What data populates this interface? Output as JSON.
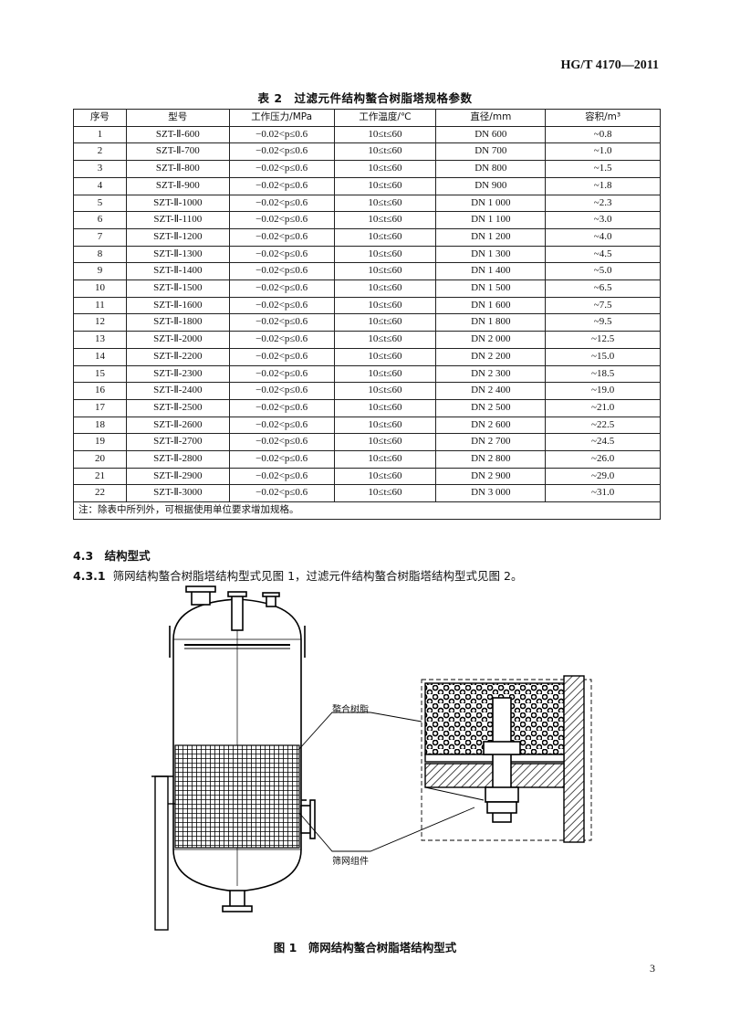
{
  "header": {
    "standard_code": "HG/T 4170—2011"
  },
  "table": {
    "title": "表 2　过滤元件结构螯合树脂塔规格参数",
    "columns": [
      "序号",
      "型号",
      "工作压力/MPa",
      "工作温度/℃",
      "直径/mm",
      "容积/m³"
    ],
    "rows": [
      [
        "1",
        "SZT-Ⅱ-600",
        "−0.02<p≤0.6",
        "10≤t≤60",
        "DN 600",
        "~0.8"
      ],
      [
        "2",
        "SZT-Ⅱ-700",
        "−0.02<p≤0.6",
        "10≤t≤60",
        "DN 700",
        "~1.0"
      ],
      [
        "3",
        "SZT-Ⅱ-800",
        "−0.02<p≤0.6",
        "10≤t≤60",
        "DN 800",
        "~1.5"
      ],
      [
        "4",
        "SZT-Ⅱ-900",
        "−0.02<p≤0.6",
        "10≤t≤60",
        "DN 900",
        "~1.8"
      ],
      [
        "5",
        "SZT-Ⅱ-1000",
        "−0.02<p≤0.6",
        "10≤t≤60",
        "DN 1 000",
        "~2.3"
      ],
      [
        "6",
        "SZT-Ⅱ-1100",
        "−0.02<p≤0.6",
        "10≤t≤60",
        "DN 1 100",
        "~3.0"
      ],
      [
        "7",
        "SZT-Ⅱ-1200",
        "−0.02<p≤0.6",
        "10≤t≤60",
        "DN 1 200",
        "~4.0"
      ],
      [
        "8",
        "SZT-Ⅱ-1300",
        "−0.02<p≤0.6",
        "10≤t≤60",
        "DN 1 300",
        "~4.5"
      ],
      [
        "9",
        "SZT-Ⅱ-1400",
        "−0.02<p≤0.6",
        "10≤t≤60",
        "DN 1 400",
        "~5.0"
      ],
      [
        "10",
        "SZT-Ⅱ-1500",
        "−0.02<p≤0.6",
        "10≤t≤60",
        "DN 1 500",
        "~6.5"
      ],
      [
        "11",
        "SZT-Ⅱ-1600",
        "−0.02<p≤0.6",
        "10≤t≤60",
        "DN 1 600",
        "~7.5"
      ],
      [
        "12",
        "SZT-Ⅱ-1800",
        "−0.02<p≤0.6",
        "10≤t≤60",
        "DN 1 800",
        "~9.5"
      ],
      [
        "13",
        "SZT-Ⅱ-2000",
        "−0.02<p≤0.6",
        "10≤t≤60",
        "DN 2 000",
        "~12.5"
      ],
      [
        "14",
        "SZT-Ⅱ-2200",
        "−0.02<p≤0.6",
        "10≤t≤60",
        "DN 2 200",
        "~15.0"
      ],
      [
        "15",
        "SZT-Ⅱ-2300",
        "−0.02<p≤0.6",
        "10≤t≤60",
        "DN 2 300",
        "~18.5"
      ],
      [
        "16",
        "SZT-Ⅱ-2400",
        "−0.02<p≤0.6",
        "10≤t≤60",
        "DN 2 400",
        "~19.0"
      ],
      [
        "17",
        "SZT-Ⅱ-2500",
        "−0.02<p≤0.6",
        "10≤t≤60",
        "DN 2 500",
        "~21.0"
      ],
      [
        "18",
        "SZT-Ⅱ-2600",
        "−0.02<p≤0.6",
        "10≤t≤60",
        "DN 2 600",
        "~22.5"
      ],
      [
        "19",
        "SZT-Ⅱ-2700",
        "−0.02<p≤0.6",
        "10≤t≤60",
        "DN 2 700",
        "~24.5"
      ],
      [
        "20",
        "SZT-Ⅱ-2800",
        "−0.02<p≤0.6",
        "10≤t≤60",
        "DN 2 800",
        "~26.0"
      ],
      [
        "21",
        "SZT-Ⅱ-2900",
        "−0.02<p≤0.6",
        "10≤t≤60",
        "DN 2 900",
        "~29.0"
      ],
      [
        "22",
        "SZT-Ⅱ-3000",
        "−0.02<p≤0.6",
        "10≤t≤60",
        "DN 3 000",
        "~31.0"
      ]
    ],
    "note": "注：除表中所列外，可根据使用单位要求增加规格。"
  },
  "section": {
    "heading": "4.3　结构型式",
    "clause_number": "4.3.1",
    "clause_text": "筛网结构螯合树脂塔结构型式见图 1，过滤元件结构螯合树脂塔结构型式见图 2。"
  },
  "figure": {
    "label_resin": "螯合树脂",
    "label_screen": "筛网组件",
    "caption": "图 1　筛网结构螯合树脂塔结构型式"
  },
  "footer": {
    "page_number": "3"
  }
}
